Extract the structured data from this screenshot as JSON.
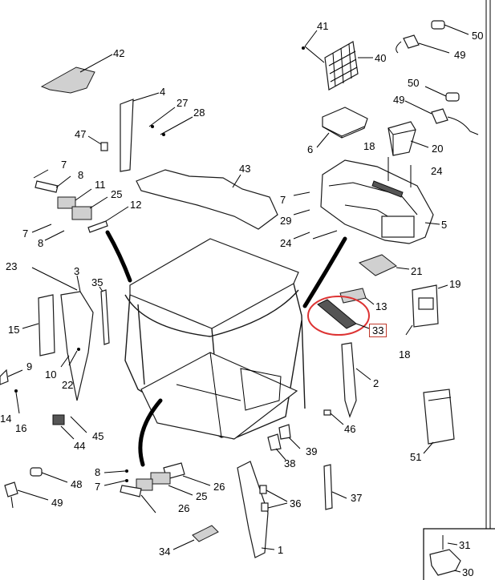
{
  "diagram": {
    "highlight_color": "#c0392b",
    "labels": [
      {
        "id": "l41",
        "text": "41"
      },
      {
        "id": "l50a",
        "text": "50"
      },
      {
        "id": "l42",
        "text": "42"
      },
      {
        "id": "l40",
        "text": "40"
      },
      {
        "id": "l49a",
        "text": "49"
      },
      {
        "id": "l50b",
        "text": "50"
      },
      {
        "id": "l4",
        "text": "4"
      },
      {
        "id": "l27",
        "text": "27"
      },
      {
        "id": "l49b",
        "text": "49"
      },
      {
        "id": "l28",
        "text": "28"
      },
      {
        "id": "l47",
        "text": "47"
      },
      {
        "id": "l6",
        "text": "6"
      },
      {
        "id": "l18a",
        "text": "18"
      },
      {
        "id": "l20",
        "text": "20"
      },
      {
        "id": "l7a",
        "text": "7"
      },
      {
        "id": "l8a",
        "text": "8"
      },
      {
        "id": "l43",
        "text": "43"
      },
      {
        "id": "l24a",
        "text": "24"
      },
      {
        "id": "l11",
        "text": "11"
      },
      {
        "id": "l25a",
        "text": "25"
      },
      {
        "id": "l7b",
        "text": "7"
      },
      {
        "id": "l12",
        "text": "12"
      },
      {
        "id": "l29",
        "text": "29"
      },
      {
        "id": "l5",
        "text": "5"
      },
      {
        "id": "l7c",
        "text": "7"
      },
      {
        "id": "l8b",
        "text": "8"
      },
      {
        "id": "l24b",
        "text": "24"
      },
      {
        "id": "l23",
        "text": "23"
      },
      {
        "id": "l3",
        "text": "3"
      },
      {
        "id": "l21",
        "text": "21"
      },
      {
        "id": "l35",
        "text": "35"
      },
      {
        "id": "l19",
        "text": "19"
      },
      {
        "id": "l13",
        "text": "13"
      },
      {
        "id": "l15",
        "text": "15"
      },
      {
        "id": "l33",
        "text": "33"
      },
      {
        "id": "l18b",
        "text": "18"
      },
      {
        "id": "l9",
        "text": "9"
      },
      {
        "id": "l10",
        "text": "10"
      },
      {
        "id": "l22",
        "text": "22"
      },
      {
        "id": "l2",
        "text": "2"
      },
      {
        "id": "l14",
        "text": "14"
      },
      {
        "id": "l16",
        "text": "16"
      },
      {
        "id": "l46",
        "text": "46"
      },
      {
        "id": "l45",
        "text": "45"
      },
      {
        "id": "l44",
        "text": "44"
      },
      {
        "id": "l39",
        "text": "39"
      },
      {
        "id": "l51",
        "text": "51"
      },
      {
        "id": "l38",
        "text": "38"
      },
      {
        "id": "l8c",
        "text": "8"
      },
      {
        "id": "l48",
        "text": "48"
      },
      {
        "id": "l7d",
        "text": "7"
      },
      {
        "id": "l26a",
        "text": "26"
      },
      {
        "id": "l25b",
        "text": "25"
      },
      {
        "id": "l37",
        "text": "37"
      },
      {
        "id": "l36",
        "text": "36"
      },
      {
        "id": "l49c",
        "text": "49"
      },
      {
        "id": "l26b",
        "text": "26"
      },
      {
        "id": "l31",
        "text": "31"
      },
      {
        "id": "l34",
        "text": "34"
      },
      {
        "id": "l1",
        "text": "1"
      },
      {
        "id": "l30",
        "text": "30"
      }
    ]
  }
}
